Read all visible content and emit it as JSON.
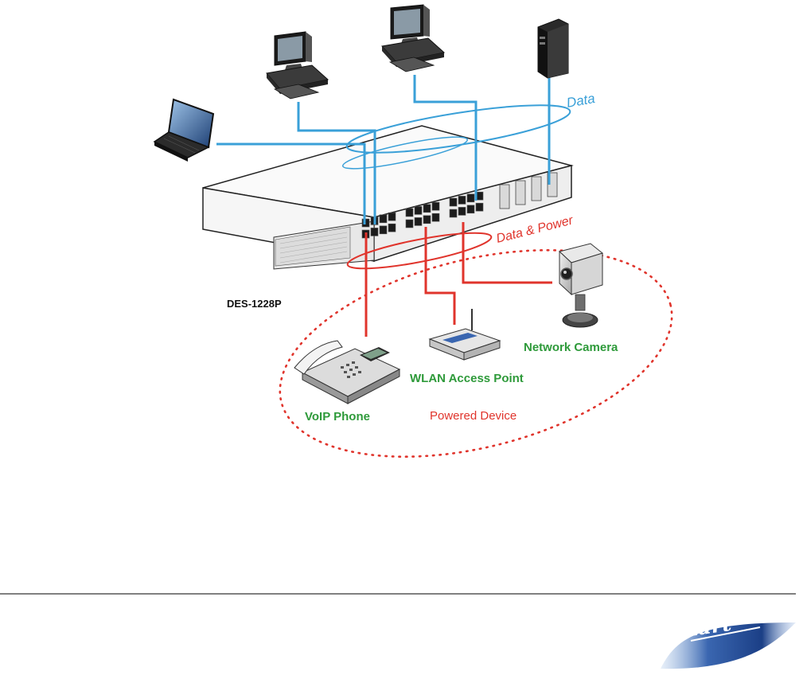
{
  "diagram": {
    "labels": {
      "data": "Data",
      "data_power": "Data & Power",
      "switch_model": "DES-1228P",
      "network_camera": "Network Camera",
      "wlan_access_point": "WLAN Access Point",
      "voip_phone": "VoIP Phone",
      "powered_device": "Powered Device"
    },
    "colors": {
      "data_link": "#3aa0d8",
      "power_link": "#e0342c",
      "device_label": "#2e9a3a",
      "switch_body": "#f4f4f4",
      "divider": "#000000"
    },
    "icons": {
      "laptop": "laptop-icon",
      "desktop_1": "desktop-computer-icon",
      "desktop_2": "desktop-computer-icon",
      "server": "tower-server-icon",
      "switch": "network-switch-icon",
      "camera": "network-camera-icon",
      "access_point": "wireless-access-point-icon",
      "phone": "voip-phone-icon"
    }
  },
  "footer": {
    "logo_text": "Smart"
  }
}
